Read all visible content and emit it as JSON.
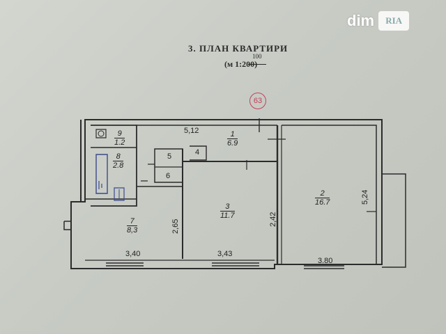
{
  "watermark": {
    "text": "dim",
    "badge": "RIA"
  },
  "plan": {
    "title": "3. ПЛАН КВАРТИРИ",
    "scale": "(м 1:200)",
    "scale_correction": "100",
    "stamp_number": "63",
    "rooms": [
      {
        "number": "1",
        "area": "6.9"
      },
      {
        "number": "2",
        "area": "16.7"
      },
      {
        "number": "3",
        "area": "11.7"
      },
      {
        "number": "4",
        "area": ""
      },
      {
        "number": "5",
        "area": ""
      },
      {
        "number": "6",
        "area": ""
      },
      {
        "number": "7",
        "area": "8,3"
      },
      {
        "number": "8",
        "area": "2.8"
      },
      {
        "number": "9",
        "area": "1.2"
      }
    ],
    "dimensions": {
      "corridor_length": "5,12",
      "room7_width": "3,40",
      "room3_width": "3,43",
      "room2_width": "3.80",
      "room7_height": "2,65",
      "room3_height": "2,42",
      "room2_height": "5,24"
    }
  }
}
